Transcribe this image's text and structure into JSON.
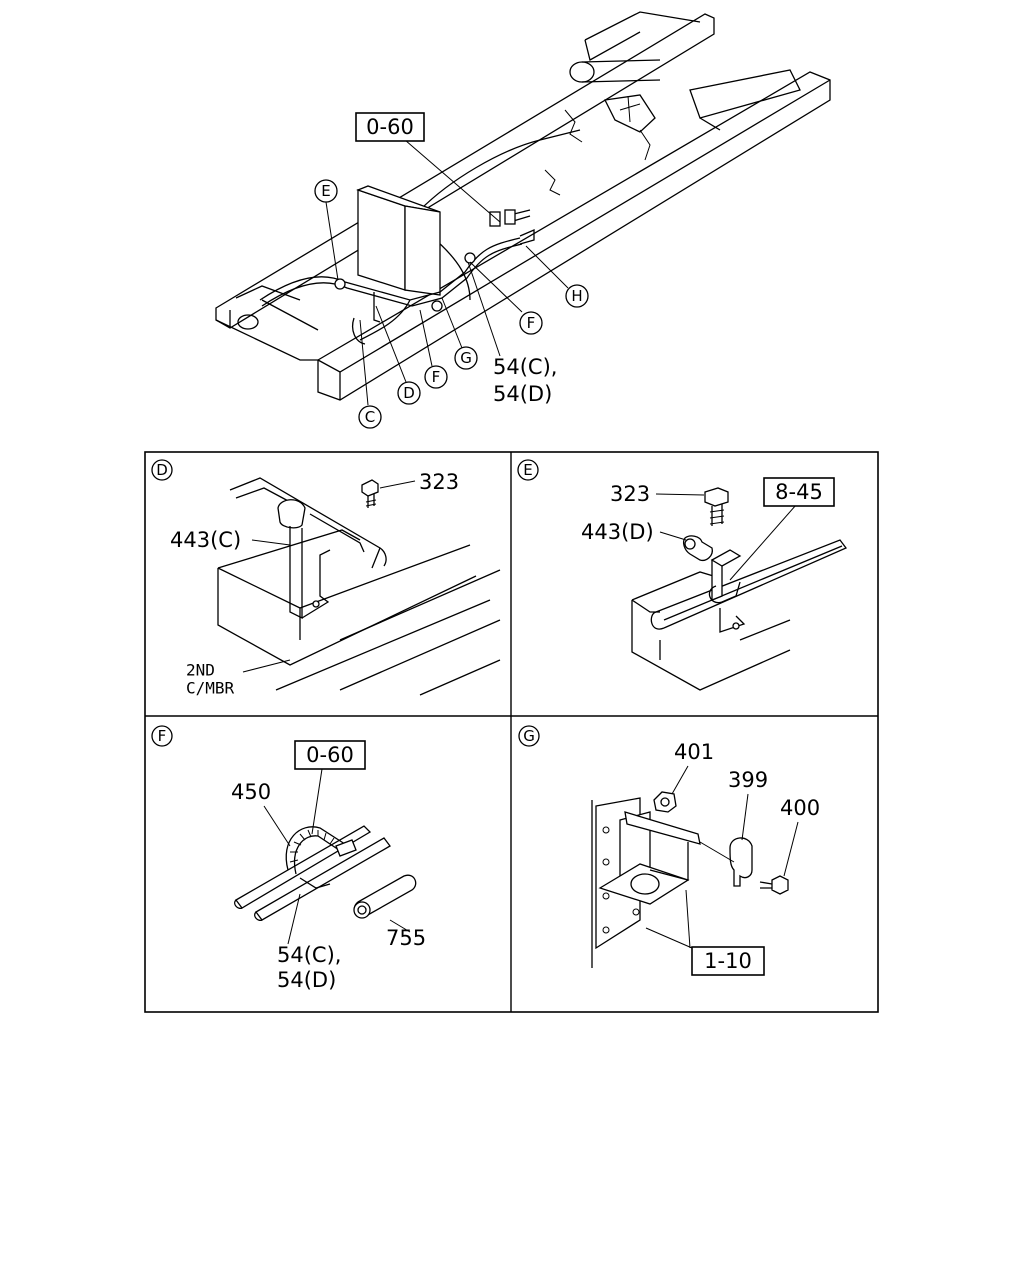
{
  "overview": {
    "ref_box": "0-60",
    "callouts": {
      "c": "C",
      "d": "D",
      "e": "E",
      "f1": "F",
      "f2": "F",
      "g": "G",
      "h": "H"
    },
    "parts": {
      "line1": "54(C),",
      "line2": "54(D)"
    }
  },
  "panels": {
    "d": {
      "marker": "D",
      "bolt": "323",
      "bracket": "443(C)",
      "note_line1": "2ND",
      "note_line2": "C/MBR"
    },
    "e": {
      "marker": "E",
      "bolt": "323",
      "clamp": "443(D)",
      "ref_box": "8-45"
    },
    "f": {
      "marker": "F",
      "ref_box": "0-60",
      "band": "450",
      "tube": "755",
      "pipes_line1": "54(C),",
      "pipes_line2": "54(D)"
    },
    "g": {
      "marker": "G",
      "nut": "401",
      "clip": "399",
      "bolt": "400",
      "ref_box": "1-10"
    }
  }
}
